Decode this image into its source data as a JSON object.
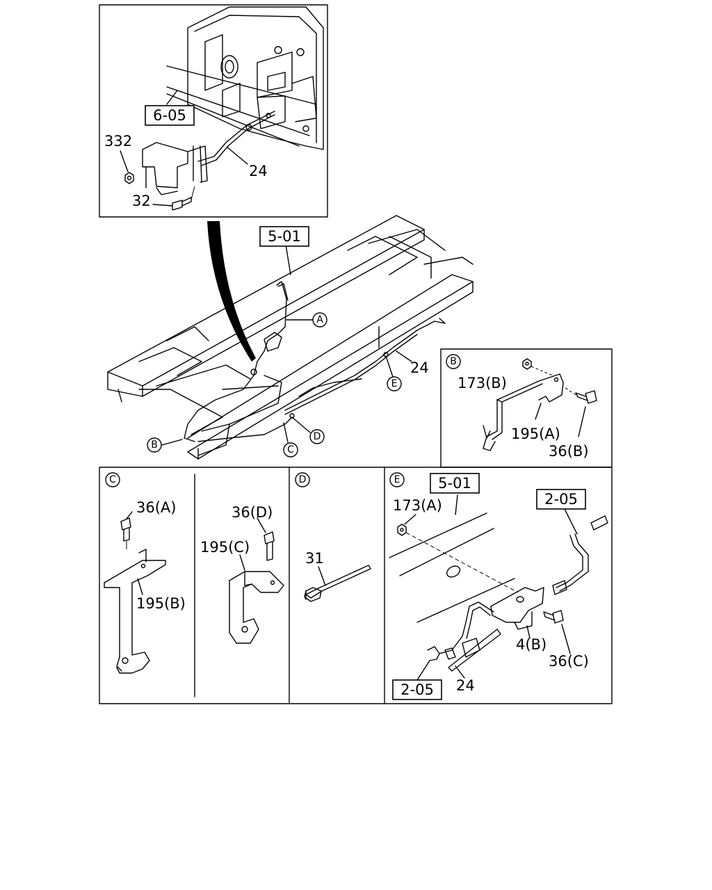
{
  "inset_top": {
    "refs": [
      "6-05"
    ],
    "parts": [
      "332",
      "24",
      "32"
    ]
  },
  "main_view": {
    "refs": [
      "5-01"
    ],
    "parts": [
      "24"
    ],
    "callouts": [
      "A",
      "B",
      "C",
      "D",
      "E"
    ]
  },
  "detail_B": {
    "marker": "B",
    "parts": [
      "173(B)",
      "195(A)",
      "36(B)"
    ]
  },
  "detail_C": {
    "marker": "C",
    "parts_left": [
      "36(A)",
      "195(B)"
    ],
    "parts_right": [
      "36(D)",
      "195(C)"
    ]
  },
  "detail_D": {
    "marker": "D",
    "parts": [
      "31"
    ]
  },
  "detail_E": {
    "marker": "E",
    "refs": [
      "5-01",
      "2-05",
      "2-05"
    ],
    "parts": [
      "173(A)",
      "4(B)",
      "36(C)",
      "24"
    ]
  }
}
